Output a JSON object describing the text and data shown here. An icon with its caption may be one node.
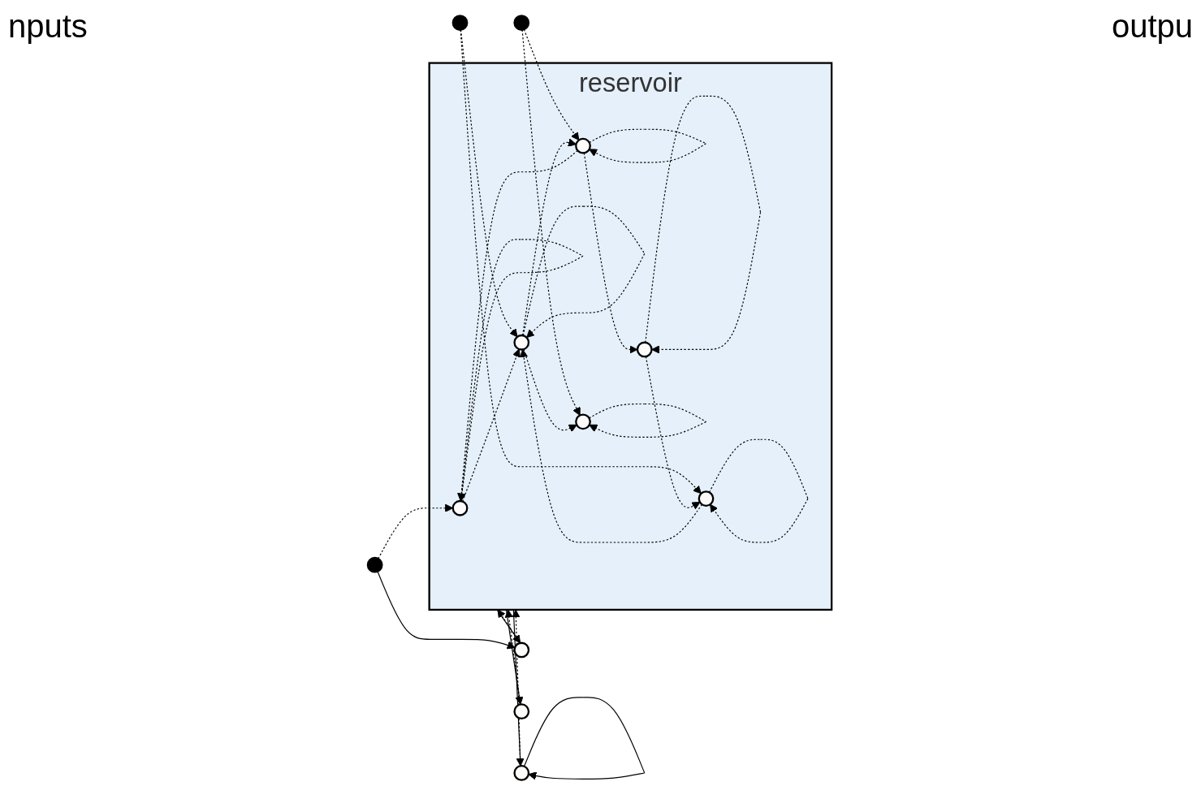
{
  "diagram": {
    "nodes": [
      {
        "text": [
          "reservoir"
        ]
      },
      {
        "text": [],
        "shape": "circle"
      },
      {
        "text": [],
        "shape": "circle"
      },
      {
        "text": [],
        "shape": "circle"
      },
      {
        "text": [],
        "shape": "circle",
        "in": 0
      },
      {
        "text": [],
        "shape": "circle",
        "in": 0
      },
      {
        "text": [],
        "shape": "circle",
        "in": 0
      },
      {
        "text": [],
        "shape": "circle",
        "in": 0
      },
      {
        "text": [],
        "shape": "circle",
        "in": 0
      },
      {
        "text": [],
        "shape": "circle",
        "in": 0
      },
      {
        "text": [],
        "shape": "circle"
      },
      {
        "text": [],
        "shape": "circle"
      },
      {
        "text": [],
        "shape": "circle"
      }
    ],
    "edges": [
      {
        "from": 1,
        "to": 10,
        "arrow": "to"
      },
      {
        "from": 1,
        "to": 4,
        "arrow": "to",
        "style": "dashed"
      },
      {
        "from": 2,
        "to": 6,
        "arrow": "to",
        "style": "dashed"
      },
      {
        "from": 2,
        "to": 9,
        "arrow": "to",
        "style": "dashed"
      },
      {
        "from": 3,
        "to": 8,
        "arrow": "to",
        "style": "dashed"
      },
      {
        "from": 3,
        "to": 5,
        "arrow": "to",
        "style": "dashed"
      },
      {
        "from": 5,
        "to": 4,
        "arrow": "to",
        "style": "dashed"
      },
      {
        "from": 4,
        "to": 6,
        "arrow": "to",
        "style": "dashed"
      },
      {
        "from": 6,
        "to": 5,
        "arrow": "to",
        "style": "dashed"
      },
      {
        "from": 6,
        "to": 8,
        "arrow": "to",
        "style": "dashed"
      },
      {
        "from": 9,
        "to": 6,
        "arrow": "to",
        "style": "dashed"
      },
      {
        "from": 7,
        "to": 9,
        "arrow": "to",
        "style": "dashed"
      },
      {
        "from": 5,
        "to": 7,
        "arrow": "to",
        "style": "dashed"
      },
      {
        "from": 4,
        "to": 4,
        "arrow": "to",
        "style": "dashed"
      },
      {
        "from": 5,
        "to": 5,
        "arrow": "to",
        "style": "dashed"
      },
      {
        "from": 6,
        "to": 6,
        "arrow": "to",
        "style": "dashed"
      },
      {
        "from": 7,
        "to": 7,
        "arrow": "to",
        "style": "dashed"
      },
      {
        "from": 8,
        "to": 8,
        "arrow": "to",
        "style": "dashed"
      },
      {
        "from": 9,
        "to": 9,
        "arrow": "to",
        "style": "dashed"
      },
      {
        "from": 0,
        "to": 10,
        "arrow": "to"
      },
      {
        "from": 0,
        "to": 11,
        "arrow": "to"
      },
      {
        "from": 0,
        "to": 12,
        "arrow": "to"
      },
      {
        "from": 10,
        "to": 0,
        "arrow": "to",
        "style": "dashed"
      },
      {
        "from": 11,
        "to": 0,
        "arrow": "to",
        "style": "dashed"
      },
      {
        "from": 12,
        "to": 0,
        "arrow": "to",
        "style": "dashed"
      },
      {
        "from": 12,
        "to": 12,
        "arrow": "to"
      }
    ],
    "labels": [
      "nputs",
      "outpu"
    ]
  }
}
